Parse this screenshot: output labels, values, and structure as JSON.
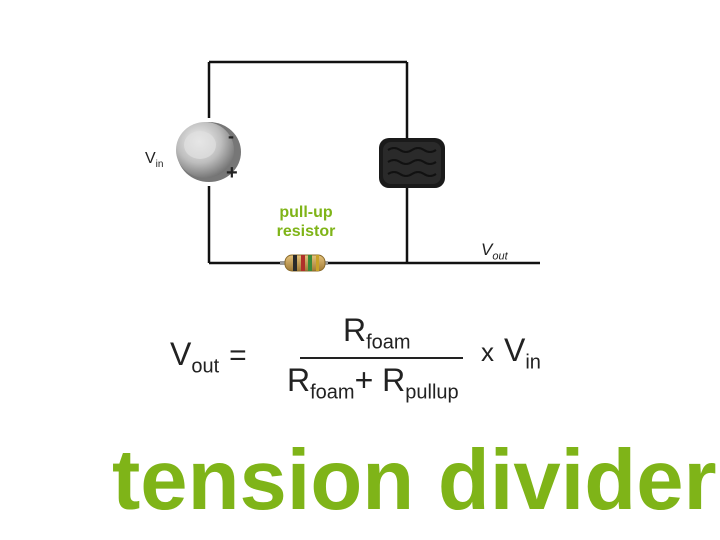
{
  "circuit": {
    "battery_label": "V",
    "battery_label_sub": "in",
    "minus_sign": "-",
    "plus_sign": "+",
    "resistor_label": "pull-up resistor",
    "vout_label": "V",
    "vout_label_sub": "out"
  },
  "formula": {
    "lhs": "V",
    "lhs_sub": "out",
    "equals": "=",
    "numerator": "R",
    "numerator_sub": "foam",
    "denom_r1": "R",
    "denom_r1_sub": "foam",
    "denom_plus": "+ R",
    "denom_r2_sub": "pullup",
    "times": "x",
    "vin": "V",
    "vin_sub": "in"
  },
  "title": "tension divider",
  "colors": {
    "accent_green": "#7fb418",
    "wire": "#111111",
    "foam": "#1a1a1a",
    "battery": "#b8b8b8"
  }
}
